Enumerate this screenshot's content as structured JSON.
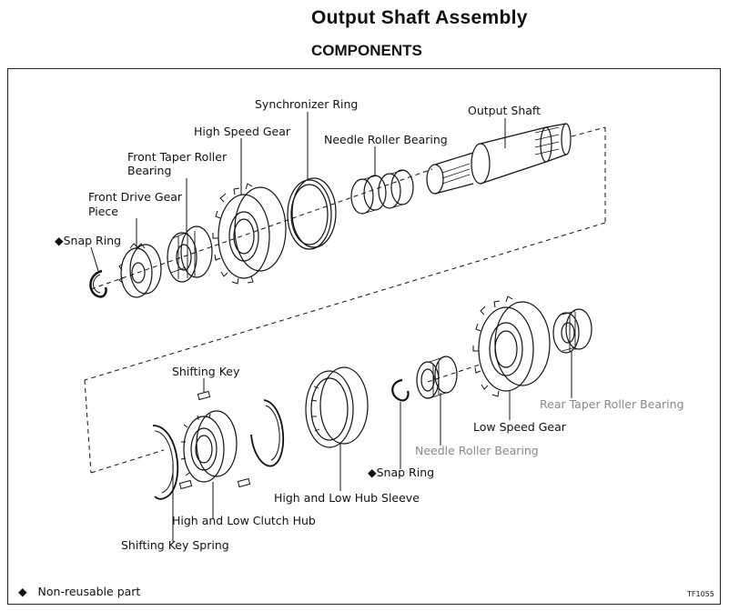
{
  "header": {
    "title": "Output Shaft Assembly",
    "subtitle": "COMPONENTS"
  },
  "labels": {
    "snap_ring_upper": "◆Snap Ring",
    "front_drive_gear_line1": "Front Drive Gear",
    "front_drive_gear_line2": "Piece",
    "front_taper_line1": "Front Taper Roller",
    "front_taper_line2": "Bearing",
    "high_speed_gear": "High Speed Gear",
    "synchronizer_ring": "Synchronizer Ring",
    "needle_roller_upper": "Needle Roller Bearing",
    "output_shaft": "Output Shaft",
    "shifting_key": "Shifting Key",
    "shifting_key_spring": "Shifting Key Spring",
    "high_low_clutch_hub": "High and Low Clutch Hub",
    "high_low_hub_sleeve": "High and Low Hub Sleeve",
    "snap_ring_lower": "◆Snap Ring",
    "needle_roller_lower": "Needle Roller Bearing",
    "low_speed_gear": "Low Speed Gear",
    "rear_taper": "Rear Taper Roller Bearing"
  },
  "legend": {
    "symbol": "◆",
    "text": "Non-reusable part"
  },
  "figure_code": "TF1055",
  "colors": {
    "ink": "#111111",
    "faded": "#888888"
  }
}
